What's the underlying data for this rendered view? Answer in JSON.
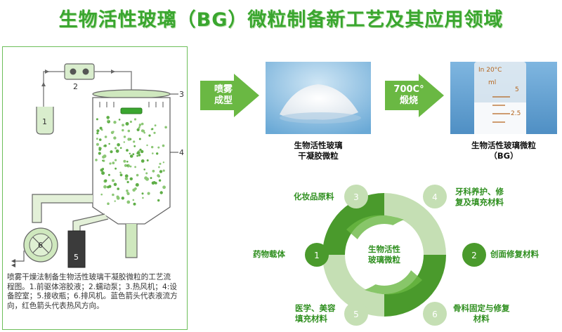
{
  "title": "生物活性玻璃（BG）微粒制备新工艺及其应用领域",
  "process": {
    "labels": [
      "1",
      "2",
      "3",
      "4",
      "5",
      "6"
    ],
    "caption_lines": [
      "喷雾干燥法制备生物活性玻璃干凝胶微粒的工艺流",
      "程图。1.前驱体溶胶液；2.蠕动泵；3.热风机；4:设",
      "备腔室；5.接收瓶；6.排风机。蓝色箭头代表液流方",
      "向，红色箭头代表热风方向。"
    ]
  },
  "steps": {
    "spray": [
      "喷雾",
      "成型"
    ],
    "calcine": [
      "700C°",
      "煅烧"
    ]
  },
  "products": {
    "xerogel": [
      "生物活性玻璃",
      "干凝胶微粒"
    ],
    "bg": [
      "生物活性玻璃微粒",
      "（BG）"
    ],
    "vial_text": [
      "In 20°C",
      "ml",
      "5",
      "2.5"
    ]
  },
  "applications": {
    "center": [
      "生物活性",
      "玻璃微粒"
    ],
    "items": [
      {
        "num": "1",
        "label": [
          "药物载体"
        ]
      },
      {
        "num": "2",
        "label": [
          "创面修复材料"
        ]
      },
      {
        "num": "3",
        "label": [
          "化妆品原料"
        ]
      },
      {
        "num": "4",
        "label": [
          "牙科养护、修",
          "复及填充材料"
        ]
      },
      {
        "num": "5",
        "label": [
          "医学、美容",
          "填充材料"
        ]
      },
      {
        "num": "6",
        "label": [
          "骨科固定与修复",
          "材料"
        ]
      }
    ]
  },
  "colors": {
    "green": "#3aa62f",
    "dark_green": "#4a9a2c",
    "light_green": "#c5dfb4",
    "arrow_green": "#6ab843"
  }
}
